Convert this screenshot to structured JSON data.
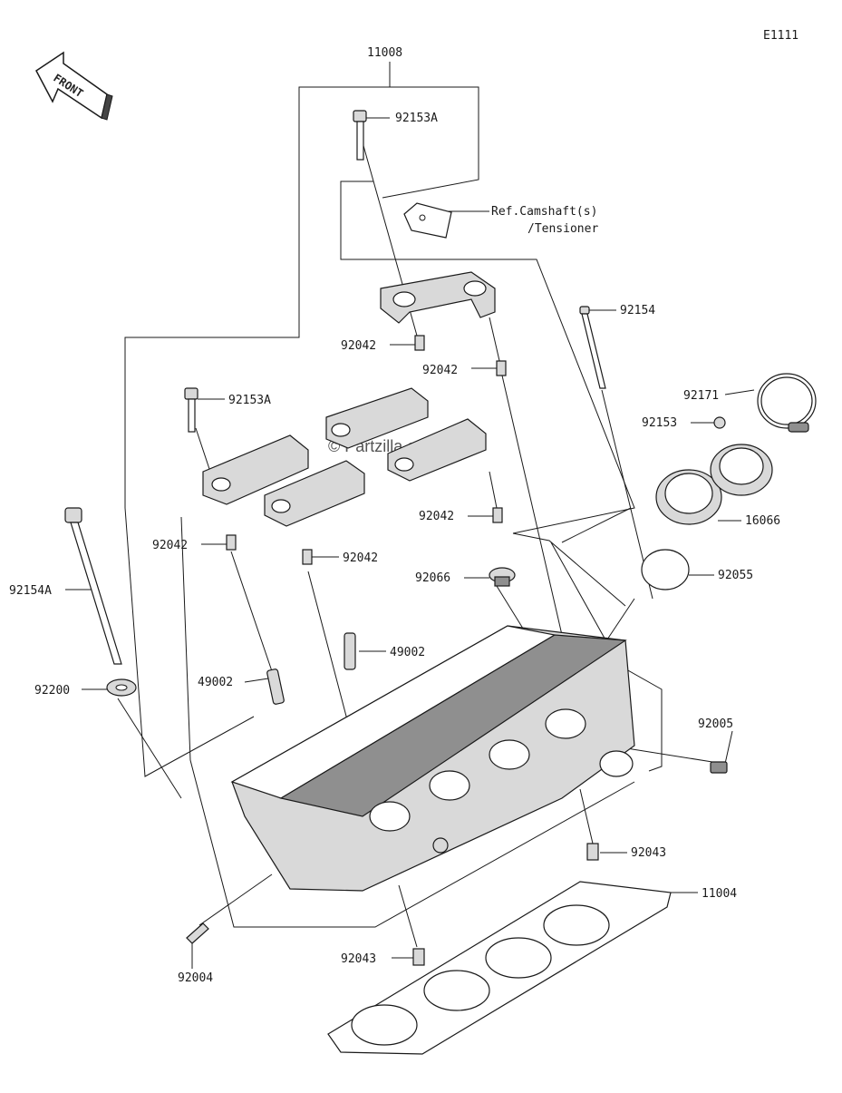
{
  "diagram_code": "E1111",
  "front_arrow": {
    "label": "FRONT",
    "icon": "front-arrow-icon"
  },
  "watermark": "© Partzilla.com",
  "parts": {
    "p11008": "11008",
    "p92153A_top": "92153A",
    "p_ref_line1": "Ref.Camshaft(s)",
    "p_ref_line2": "/Tensioner",
    "p92154": "92154",
    "p92042_a": "92042",
    "p92042_b": "92042",
    "p92153A_left": "92153A",
    "p92171": "92171",
    "p92153": "92153",
    "p92042_c": "92042",
    "p92042_d": "92042",
    "p92042_e": "92042",
    "p16066": "16066",
    "p92066": "92066",
    "p92055": "92055",
    "p92154A": "92154A",
    "p49002_a": "49002",
    "p49002_b": "49002",
    "p92200": "92200",
    "p92005": "92005",
    "p92043_a": "92043",
    "p11004": "11004",
    "p92004": "92004",
    "p92043_b": "92043"
  }
}
